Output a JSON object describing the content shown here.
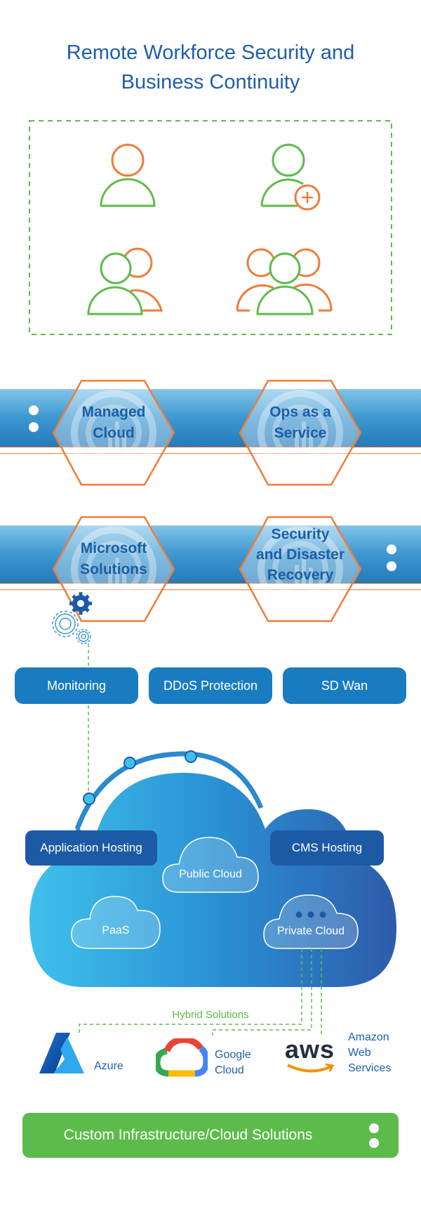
{
  "title": {
    "line1": "Remote Workforce Security and",
    "line2": "Business Continuity"
  },
  "users": [
    {
      "icon": "single-user-icon"
    },
    {
      "icon": "add-user-icon"
    },
    {
      "icon": "two-users-icon"
    },
    {
      "icon": "group-users-icon"
    }
  ],
  "services": [
    {
      "label1": "Managed",
      "label2": "Cloud"
    },
    {
      "label1": "Ops as a",
      "label2": "Service"
    },
    {
      "label1": "Microsoft",
      "label2": "Solutions"
    },
    {
      "label1": "Security",
      "label2": "and Disaster",
      "label3": "Recovery"
    }
  ],
  "features": [
    "Monitoring",
    "DDoS Protection",
    "SD Wan"
  ],
  "cloud": {
    "app_hosting": "Application Hosting",
    "cms_hosting": "CMS Hosting",
    "public_cloud": "Public Cloud",
    "paas": "PaaS",
    "private_cloud": "Private Cloud"
  },
  "hybrid_label": "Hybrid Solutions",
  "providers": {
    "azure": "Azure",
    "google": [
      "Google",
      "Cloud"
    ],
    "aws": [
      "Amazon",
      "Web",
      "Services"
    ],
    "aws_logo": "aws"
  },
  "footer": "Custom Infrastructure/Cloud Solutions",
  "colors": {
    "primary": "#1f5ea8",
    "orange": "#ee7d3a",
    "green": "#5dbb4b",
    "blue": "#1a7cc0"
  }
}
